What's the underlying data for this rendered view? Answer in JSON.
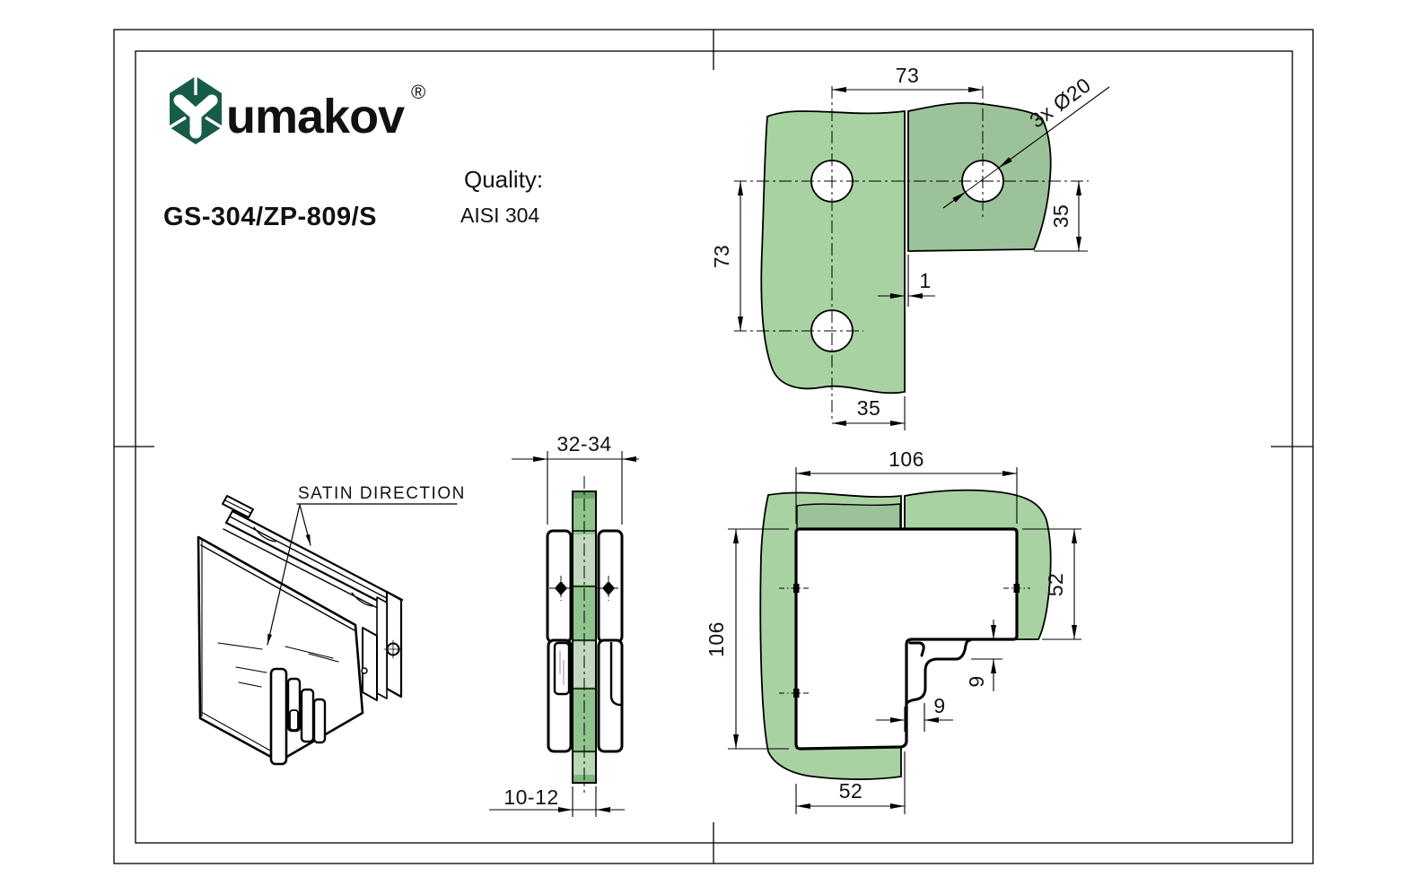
{
  "sheet": {
    "logo": {
      "brand": "umakov",
      "registered": "®"
    },
    "part_number": "GS-304/ZP-809/S",
    "quality_label": "Quality:",
    "quality_value": "AISI 304"
  },
  "views": {
    "top_view": {
      "dim_hole_spacing_horizontal": "73",
      "dim_hole_spacing_vertical": "73",
      "dim_edge_offset_right": "35",
      "dim_edge_offset_bottom": "35",
      "dim_glass_gap": "1",
      "holes_label": "3x Ø20"
    },
    "iso_view": {
      "label": "SATIN DIRECTION"
    },
    "side_view": {
      "dim_clamp_width": "32-34",
      "dim_glass_thickness": "10-12"
    },
    "front_view": {
      "dim_width": "106",
      "dim_height": "106",
      "dim_arm_right": "52",
      "dim_arm_bottom": "52",
      "dim_step_vertical": "9",
      "dim_step_horizontal": "9"
    }
  },
  "colors": {
    "brand_green": "#175c49",
    "glass_light": "#a9d2a3",
    "glass_dark": "#9cc29a",
    "line": "#000000"
  }
}
